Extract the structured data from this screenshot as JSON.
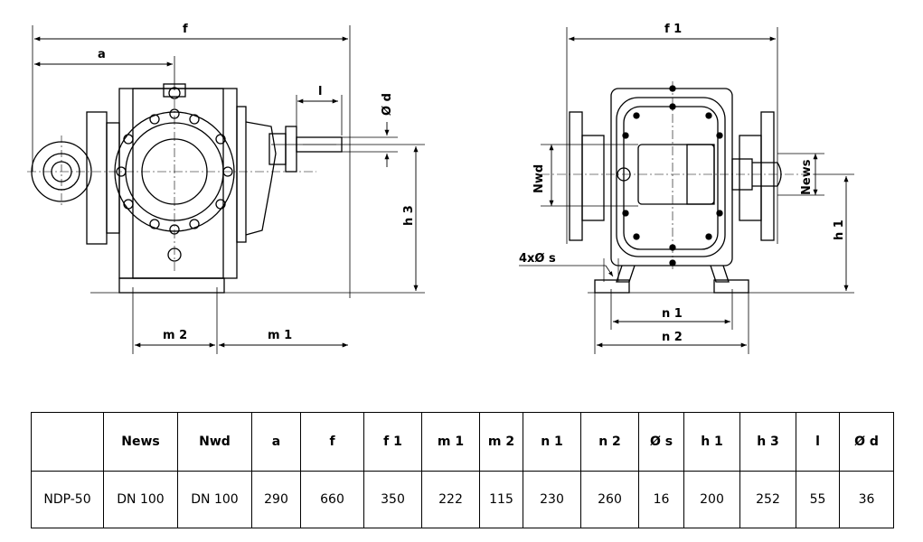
{
  "drawing": {
    "left_view": {
      "labels": {
        "f": "f",
        "a": "a",
        "l": "l",
        "od": "Ø d",
        "h3": "h 3",
        "m2": "m 2",
        "m1": "m 1"
      }
    },
    "right_view": {
      "labels": {
        "f1": "f 1",
        "nwd": "Nwd",
        "news": "News",
        "s": "4xØ s",
        "h1": "h 1",
        "n1": "n 1",
        "n2": "n 2"
      }
    }
  },
  "table": {
    "headers": [
      "",
      "News",
      "Nwd",
      "a",
      "f",
      "f 1",
      "m 1",
      "m 2",
      "n 1",
      "n 2",
      "Ø s",
      "h 1",
      "h 3",
      "l",
      "Ø d"
    ],
    "rows": [
      [
        "NDP-50",
        "DN 100",
        "DN 100",
        "290",
        "660",
        "350",
        "222",
        "115",
        "230",
        "260",
        "16",
        "200",
        "252",
        "55",
        "36"
      ]
    ]
  }
}
